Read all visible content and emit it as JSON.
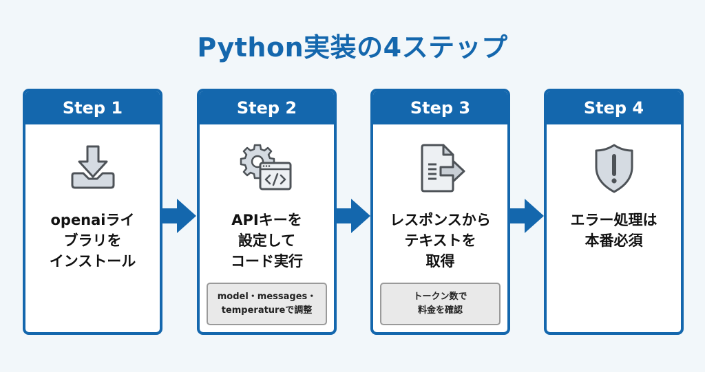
{
  "title": "Python実装の4ステップ",
  "colors": {
    "accent": "#1467ad",
    "background": "#f2f7fa",
    "card_background": "#ffffff",
    "icon_fill": "#d5dbe2",
    "icon_stroke": "#4d5257",
    "note_background": "#e9e9e9",
    "note_border": "#9a9a9a"
  },
  "steps": [
    {
      "label": "Step 1",
      "icon": "download-tray-icon",
      "lines": [
        "openaiライ",
        "ブラリを",
        "インストール"
      ],
      "note": []
    },
    {
      "label": "Step 2",
      "icon": "gear-code-window-icon",
      "lines": [
        "APIキーを",
        "設定して",
        "コード実行"
      ],
      "note": [
        "model・messages・",
        "temperatureで調整"
      ]
    },
    {
      "label": "Step 3",
      "icon": "document-export-icon",
      "lines": [
        "レスポンスから",
        "テキストを",
        "取得"
      ],
      "note": [
        "トークン数で",
        "料金を確認"
      ]
    },
    {
      "label": "Step 4",
      "icon": "shield-warning-icon",
      "lines": [
        "エラー処理は",
        "本番必須"
      ],
      "note": []
    }
  ],
  "arrows": [
    {
      "icon": "arrow-right-icon"
    },
    {
      "icon": "arrow-right-icon"
    },
    {
      "icon": "arrow-right-icon"
    }
  ]
}
